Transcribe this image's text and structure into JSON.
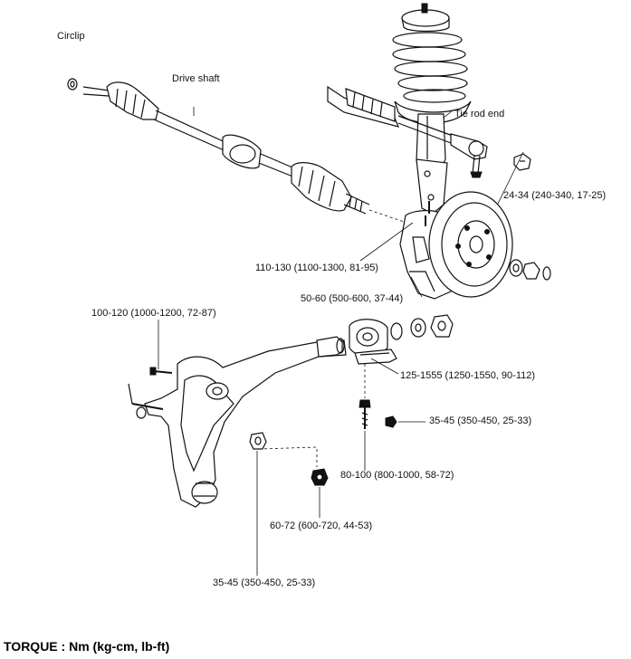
{
  "labels": {
    "circlip": "Circlip",
    "drive_shaft": "Drive shaft",
    "tie_rod_end": "Tie rod end",
    "torque_24_34": "24-34 (240-340, 17-25)",
    "torque_110_130": "110-130 (1100-1300, 81-95)",
    "torque_50_60": "50-60 (500-600, 37-44)",
    "torque_100_120": "100-120 (1000-1200, 72-87)",
    "torque_125_1555": "125-1555 (1250-1550, 90-112)",
    "torque_35_45_right": "35-45 (350-450, 25-33)",
    "torque_80_100": "80-100 (800-1000, 58-72)",
    "torque_60_72": "60-72 (600-720, 44-53)",
    "torque_35_45_bottom": "35-45 (350-450, 25-33)"
  },
  "footer": {
    "torque_units": "TORQUE : Nm (kg-cm, lb-ft)"
  }
}
